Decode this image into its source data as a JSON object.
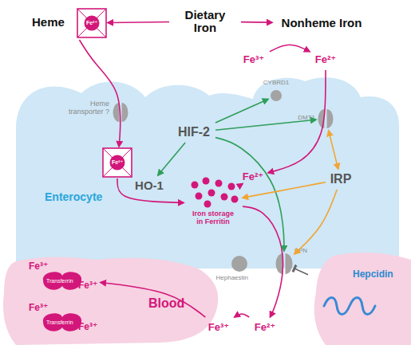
{
  "diagram": {
    "nodes": [
      {
        "text": [
          "Dietary Iron"
        ]
      },
      {
        "text": [
          "Heme",
          "Fe²⁺"
        ]
      },
      {
        "text": [
          "Nonheme Iron"
        ]
      },
      {
        "text": [
          "Fe³⁺"
        ]
      },
      {
        "text": [
          "Fe²⁺"
        ]
      },
      {
        "text": [
          "Enterocyte"
        ]
      },
      {
        "text": [
          "CYBRD1"
        ],
        "in": 5
      },
      {
        "text": [
          "Heme transporter ?"
        ],
        "in": 5
      },
      {
        "text": [
          "DMT1"
        ],
        "in": 5
      },
      {
        "text": [
          "HIF-2"
        ],
        "in": 5
      },
      {
        "text": [
          "Fe²⁺"
        ],
        "in": 5
      },
      {
        "text": [
          "Fe²⁺"
        ],
        "in": 5
      },
      {
        "text": [
          "IRP"
        ],
        "in": 5
      },
      {
        "text": [
          "HO-1"
        ],
        "in": 5
      },
      {
        "text": [
          "Iron storage in Ferritin"
        ],
        "in": 5
      },
      {
        "text": [
          "Hephaestin"
        ],
        "in": 5
      },
      {
        "text": [
          "FPN"
        ],
        "in": 5
      },
      {
        "text": [
          "Hepcidin"
        ]
      },
      {
        "text": [
          "Blood"
        ]
      },
      {
        "text": [
          "Fe³⁺",
          "Transferrin",
          "Fe³⁺"
        ],
        "in": 18
      },
      {
        "text": [
          "Fe³⁺",
          "Transferrin",
          "Fe³⁺"
        ],
        "in": 18
      },
      {
        "text": [
          "Fe³⁺"
        ]
      },
      {
        "text": [
          "Fe²⁺"
        ]
      }
    ],
    "edges": [
      {
        "from": 0,
        "to": 1,
        "arrow": "to"
      },
      {
        "from": 0,
        "to": 2,
        "arrow": "to"
      },
      {
        "from": 3,
        "to": 4,
        "arrow": "to"
      },
      {
        "from": 1,
        "to": 10,
        "arrow": "to"
      },
      {
        "from": 4,
        "to": 11,
        "arrow": "to"
      },
      {
        "from": 11,
        "to": 14,
        "arrow": "to"
      },
      {
        "from": 10,
        "to": 14,
        "arrow": "to"
      },
      {
        "from": 14,
        "to": 22,
        "arrow": "to"
      },
      {
        "from": 22,
        "to": 21,
        "arrow": "to"
      },
      {
        "from": 21,
        "to": 19,
        "arrow": "to"
      },
      {
        "from": 9,
        "to": 6,
        "arrow": "to"
      },
      {
        "from": 9,
        "to": 8,
        "arrow": "to"
      },
      {
        "from": 9,
        "to": 13,
        "arrow": "to"
      },
      {
        "from": 9,
        "to": 16,
        "arrow": "to"
      },
      {
        "from": 12,
        "to": 8,
        "arrow": "both"
      },
      {
        "from": 12,
        "to": 14,
        "arrow": "to"
      },
      {
        "from": 12,
        "to": 16,
        "arrow": "to"
      },
      {
        "from": 17,
        "to": 16,
        "arrow": "to"
      }
    ]
  }
}
